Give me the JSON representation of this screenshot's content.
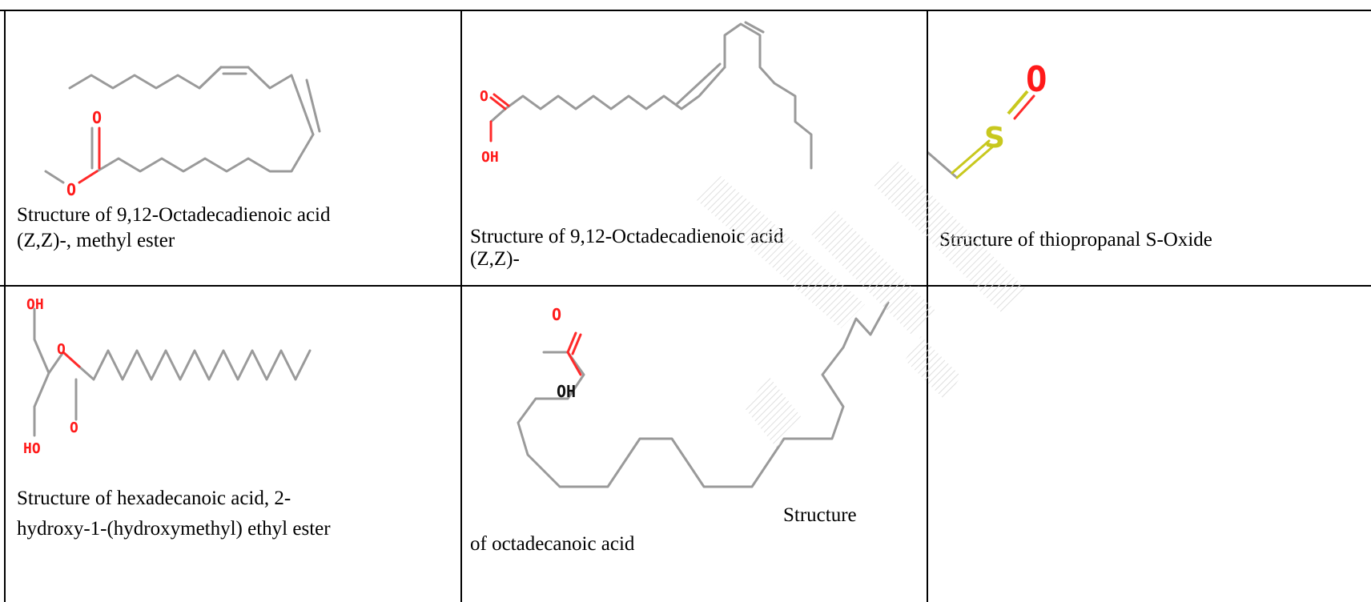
{
  "table": {
    "rows": [
      [
        {
          "caption_lines": [
            "Structure of 9,12-Octadecadienoic acid",
            "(Z,Z)-, methyl ester"
          ],
          "structure": "methyl-linoleate"
        },
        {
          "caption_lines": [
            "Structure of 9,12-Octadecadienoic acid",
            "(Z,Z)-"
          ],
          "structure": "linoleic-acid"
        },
        {
          "caption_lines": [
            "Structure of thiopropanal S-Oxide"
          ],
          "structure": "thiopropanal-s-oxide"
        }
      ],
      [
        {
          "caption_lines": [
            "Structure of hexadecanoic acid, 2-",
            "hydroxy-1-(hydroxymethyl) ethyl ester"
          ],
          "structure": "2-monopalmitin"
        },
        {
          "caption_lines": [
            "Structure",
            "of octadecanoic acid"
          ],
          "structure": "stearic-acid"
        },
        {
          "caption_lines": [],
          "structure": ""
        }
      ]
    ]
  },
  "atoms": {
    "oxygen": "O",
    "sulfur": "S",
    "hydroxyl": "OH",
    "hydroxyl_left": "HO"
  },
  "colors": {
    "carbon_bond": "#9a9a9a",
    "oxygen": "#ff1a1a",
    "sulfur": "#c8c81e",
    "watermark": "#e8e8e8"
  }
}
